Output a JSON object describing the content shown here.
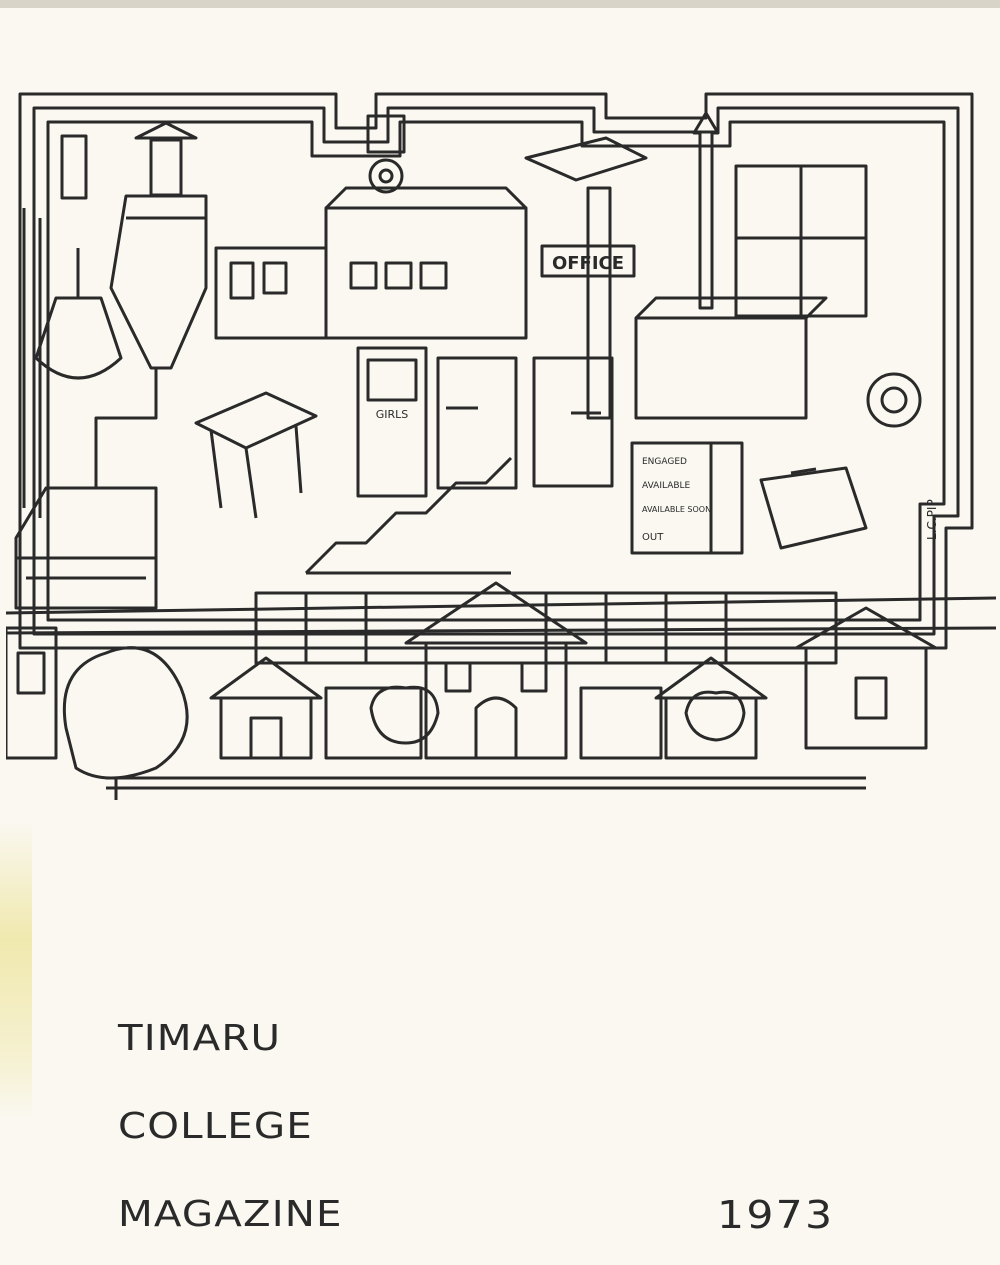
{
  "cover": {
    "title_line_1": "TIMARU",
    "title_line_2": "COLLEGE",
    "title_line_3": "MAGAZINE",
    "year": "1973"
  },
  "illustration": {
    "office_sign": "OFFICE",
    "door_sign": "GIRLS",
    "board_entries": [
      "ENGAGED",
      "AVAILABLE",
      "AVAILABLE SOON",
      "OUT"
    ],
    "artist_signature": "L.C.PIP"
  },
  "colors": {
    "paper": "#faf8f1",
    "ink": "#2a2a2a"
  }
}
